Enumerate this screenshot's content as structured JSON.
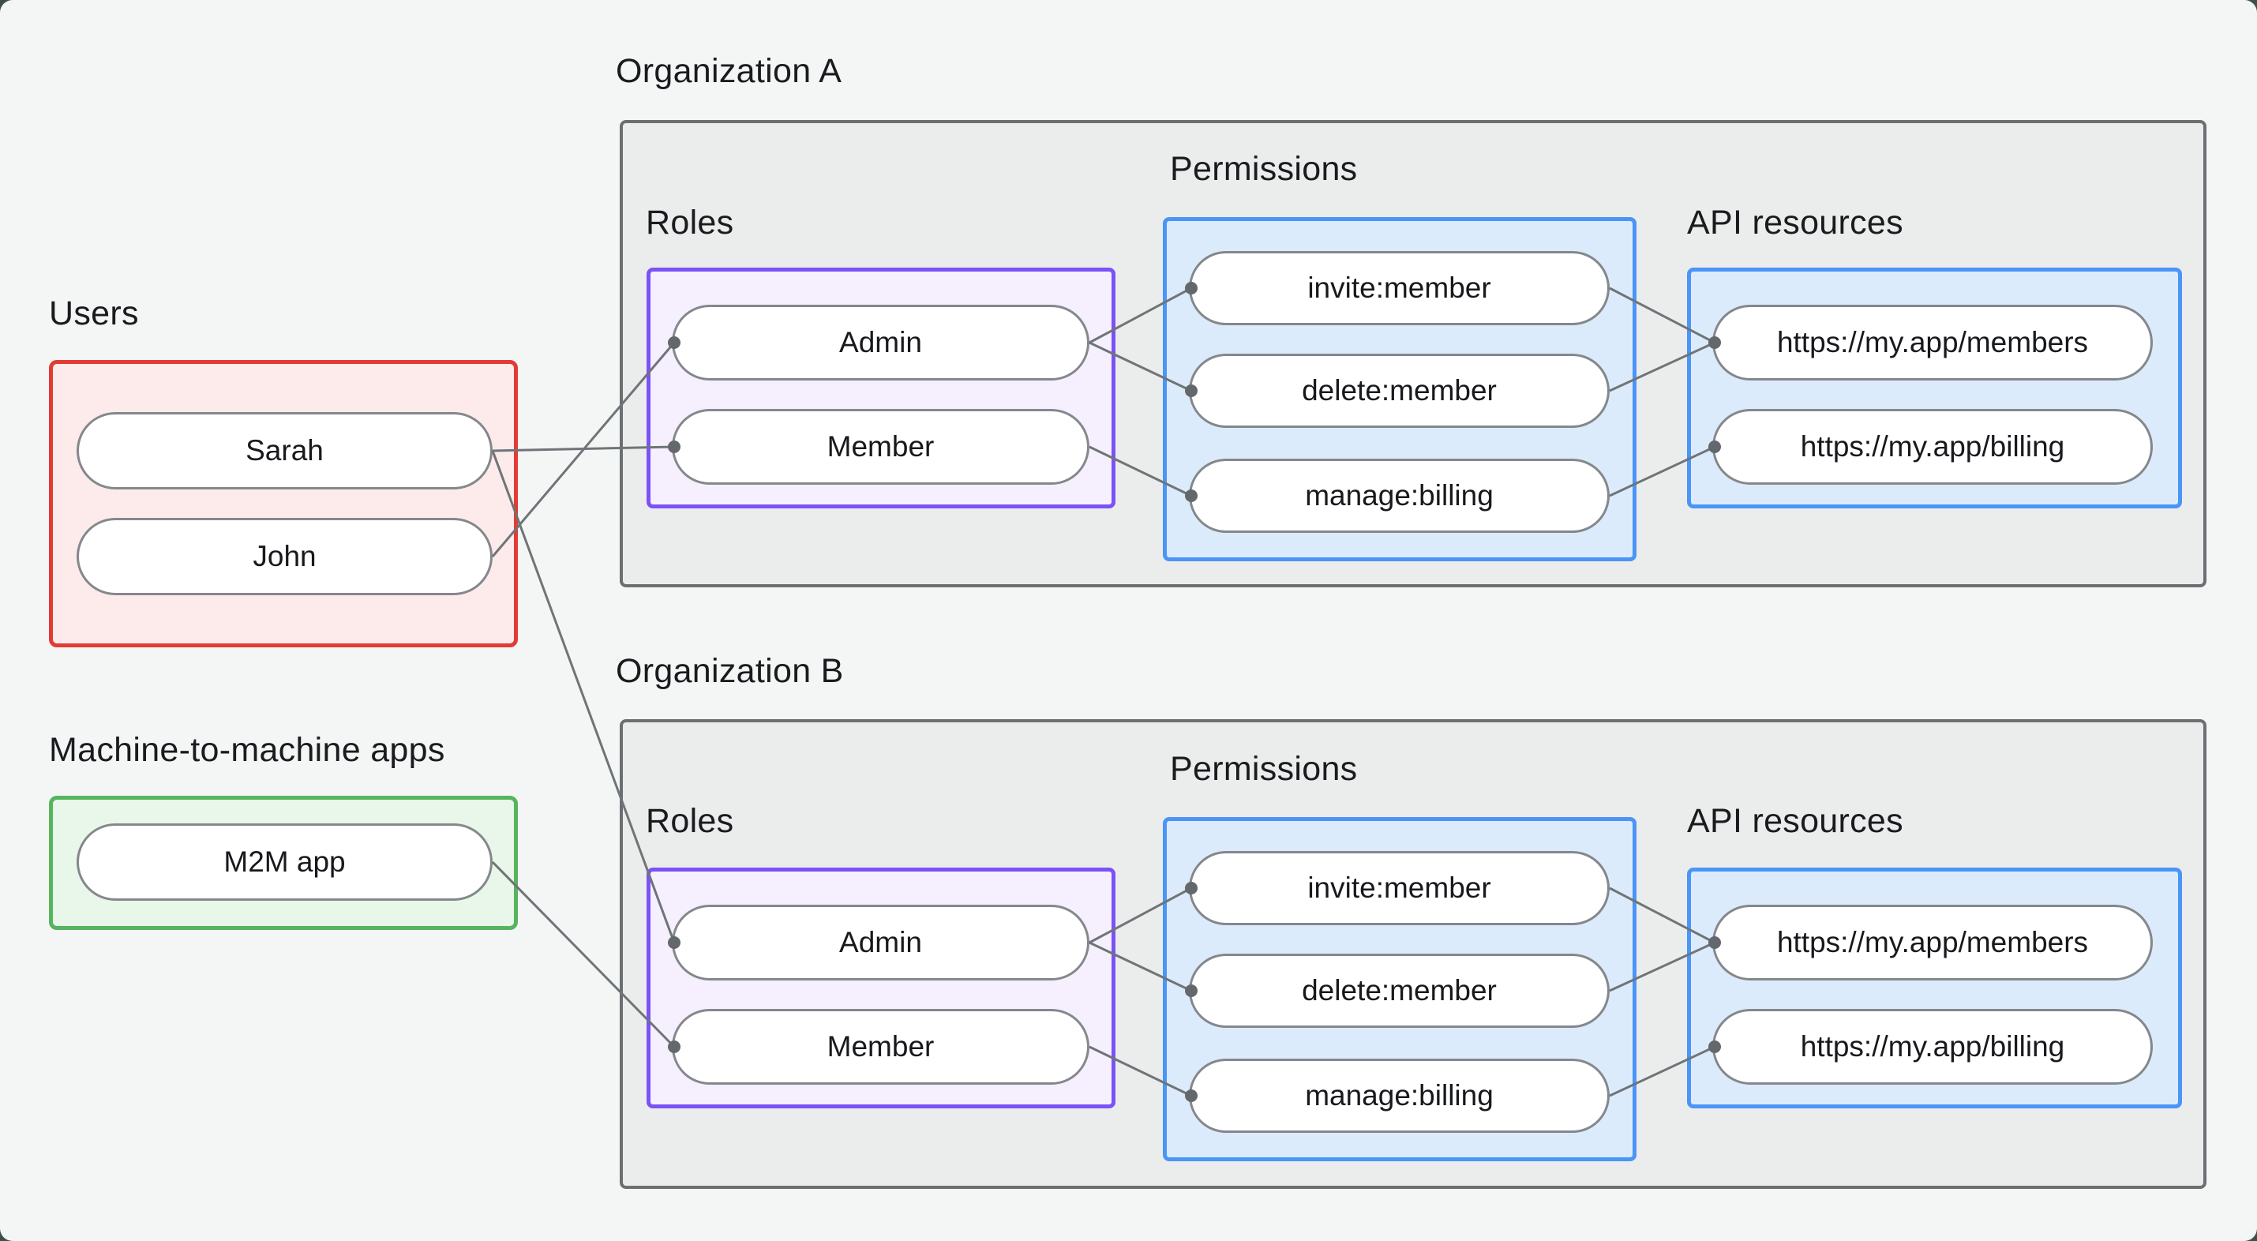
{
  "users_group": {
    "label": "Users",
    "items": [
      "Sarah",
      "John"
    ]
  },
  "m2m_group": {
    "label": "Machine-to-machine apps",
    "items": [
      "M2M app"
    ]
  },
  "organizations": [
    {
      "title": "Organization A",
      "roles_label": "Roles",
      "permissions_label": "Permissions",
      "api_resources_label": "API resources",
      "roles": [
        "Admin",
        "Member"
      ],
      "permissions": [
        "invite:member",
        "delete:member",
        "manage:billing"
      ],
      "api_resources": [
        "https://my.app/members",
        "https://my.app/billing"
      ]
    },
    {
      "title": "Organization B",
      "roles_label": "Roles",
      "permissions_label": "Permissions",
      "api_resources_label": "API resources",
      "roles": [
        "Admin",
        "Member"
      ],
      "permissions": [
        "invite:member",
        "delete:member",
        "manage:billing"
      ],
      "api_resources": [
        "https://my.app/members",
        "https://my.app/billing"
      ]
    }
  ],
  "edges": [
    {
      "from": "Sarah",
      "to": "Organization A / Member"
    },
    {
      "from": "John",
      "to": "Organization A / Admin"
    },
    {
      "from": "Sarah",
      "to": "Organization B / Admin"
    },
    {
      "from": "M2M app",
      "to": "Organization B / Member"
    },
    {
      "from": "Organization A / Admin",
      "to": "Organization A / invite:member"
    },
    {
      "from": "Organization A / Admin",
      "to": "Organization A / delete:member"
    },
    {
      "from": "Organization A / Member",
      "to": "Organization A / manage:billing"
    },
    {
      "from": "Organization A / invite:member",
      "to": "Organization A / https://my.app/members"
    },
    {
      "from": "Organization A / delete:member",
      "to": "Organization A / https://my.app/members"
    },
    {
      "from": "Organization A / manage:billing",
      "to": "Organization A / https://my.app/billing"
    },
    {
      "from": "Organization B / Admin",
      "to": "Organization B / invite:member"
    },
    {
      "from": "Organization B / Admin",
      "to": "Organization B / delete:member"
    },
    {
      "from": "Organization B / Member",
      "to": "Organization B / manage:billing"
    },
    {
      "from": "Organization B / invite:member",
      "to": "Organization B / https://my.app/members"
    },
    {
      "from": "Organization B / delete:member",
      "to": "Organization B / https://my.app/members"
    },
    {
      "from": "Organization B / manage:billing",
      "to": "Organization B / https://my.app/billing"
    }
  ],
  "colors": {
    "page_background": "#f4f6f5",
    "backdrop": "#3c5146",
    "users_border": "#e23b35",
    "users_fill": "#fcebea",
    "m2m_border": "#57b45e",
    "m2m_fill": "#e9f6ea",
    "roles_border": "#7a52f5",
    "roles_fill": "#f5effe",
    "permissions_border": "#4a95f7",
    "permissions_fill": "#dcebfc",
    "org_border": "#6a6f72",
    "org_fill": "#ebedec",
    "connector": "#6f7478",
    "node_border": "#84888b",
    "text": "#191c1f"
  }
}
